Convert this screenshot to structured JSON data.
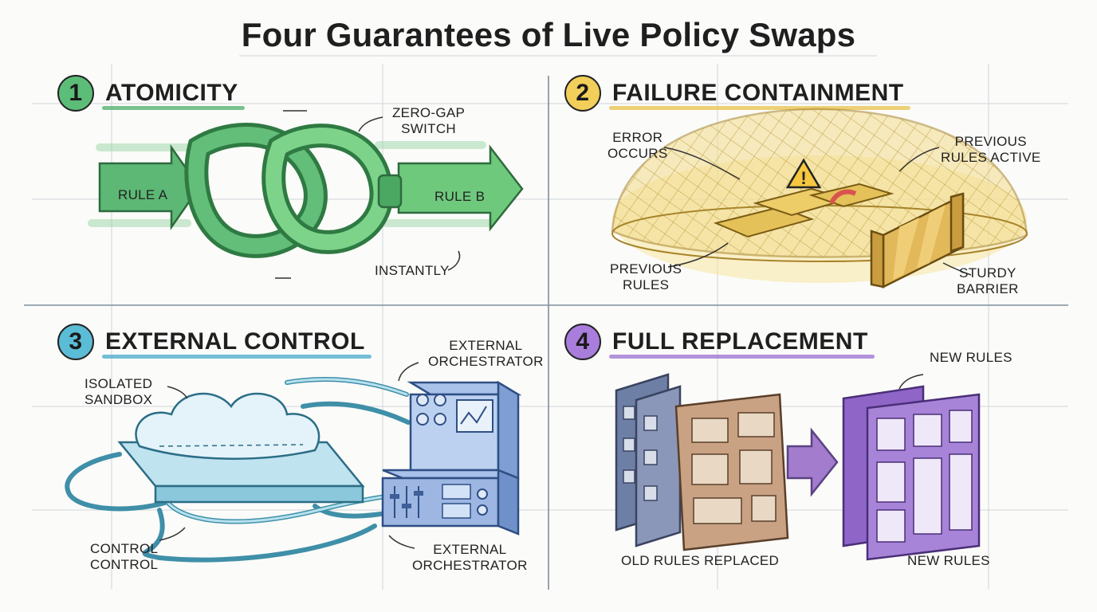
{
  "title": "Four Guarantees of Live Policy Swaps",
  "colors": {
    "green": "#4caf6a",
    "yellow": "#e8c34a",
    "blue": "#47a9c9",
    "purple": "#9b6fd1"
  },
  "panels": {
    "atomicity": {
      "number": "1",
      "heading": "Atomicity",
      "rule_a": "Rule A",
      "rule_b": "Rule B",
      "switch_line1": "Zero-gap",
      "switch_line2": "switch",
      "instantly": "Instantly"
    },
    "failure": {
      "number": "2",
      "heading": "Failure Containment",
      "error_line1": "Error",
      "error_line2": "Occurs",
      "active_line1": "Previous",
      "active_line2": "Rules Active",
      "previous_line1": "Previous",
      "previous_line2": "Rules",
      "barrier_line1": "Sturdy",
      "barrier_line2": "Barrier",
      "warning_icon": "warning-icon"
    },
    "external": {
      "number": "3",
      "heading": "External Control",
      "sandbox_line1": "Isolated",
      "sandbox_line2": "Sandbox",
      "orch_top_line1": "External",
      "orch_top_line2": "Orchestrator",
      "control_line1": "Control",
      "control_line2": "Control",
      "orch_bottom_line1": "External",
      "orch_bottom_line2": "Orchestrator"
    },
    "replacement": {
      "number": "4",
      "heading": "Full Replacement",
      "new_rules_top": "New Rules",
      "old_rules": "Old Rules Replaced",
      "new_rules_bottom": "New Rules"
    }
  }
}
